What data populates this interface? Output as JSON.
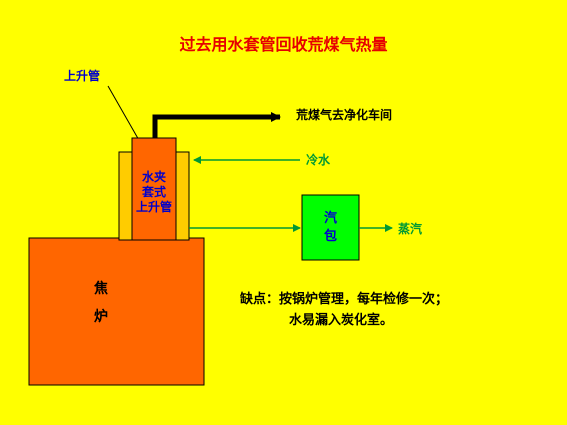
{
  "title": "过去用水套管回收荒煤气热量",
  "labels": {
    "riser": "上升管",
    "gas_out": "荒煤气去净化车间",
    "cold_water": "冷水",
    "jacket_line1": "水夹",
    "jacket_line2": "套式",
    "jacket_line3": "上升管",
    "drum_line1": "汽",
    "drum_line2": "包",
    "steam": "蒸汽",
    "oven_line1": "焦",
    "oven_line2": "炉"
  },
  "note": {
    "line1": "缺点：按锅炉管理，每年检修一次；",
    "line2": "水易漏入炭化室。"
  },
  "colors": {
    "background": "#ffff00",
    "title": "#e60000",
    "oven_fill": "#ff6600",
    "jacket_fill": "#ffcc00",
    "riser_fill": "#ff6600",
    "drum_fill": "#00ff00",
    "pipe": "#000000",
    "water_line": "#009933",
    "blue_text": "#0000cc"
  }
}
